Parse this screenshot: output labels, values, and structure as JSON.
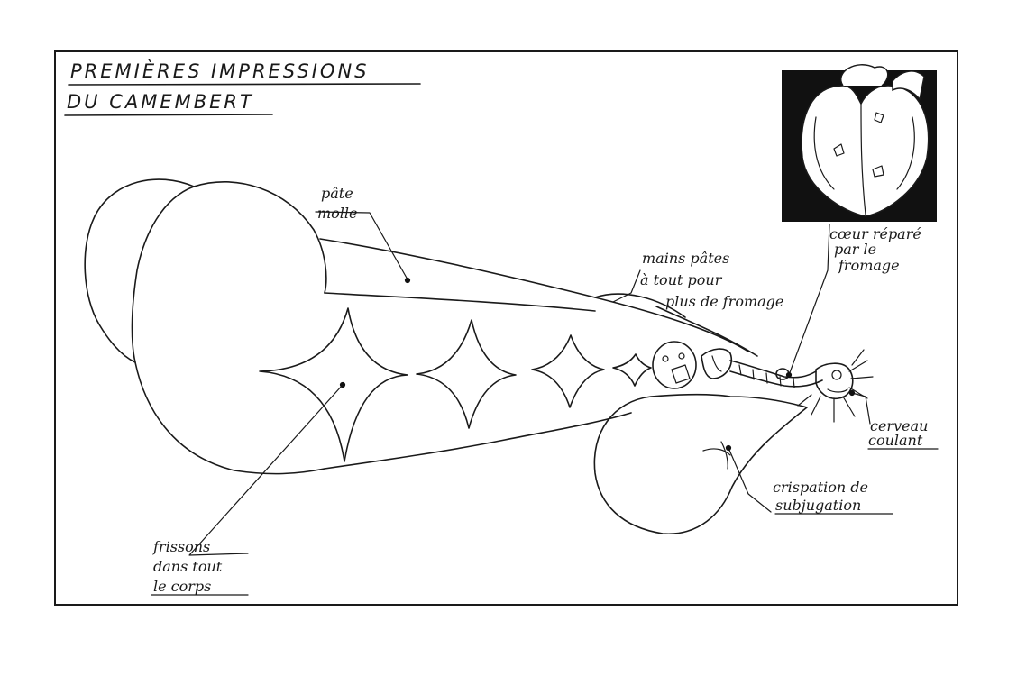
{
  "title": {
    "line1": "PREMIÈRES IMPRESSIONS",
    "line2": "DU CAMEMBERT"
  },
  "labels": {
    "pate_molle": [
      "pâte",
      "molle"
    ],
    "mains_pates": [
      "mains pâtes",
      "à tout pour",
      "plus de fromage"
    ],
    "coeur": [
      "cœur réparé",
      "par le",
      "fromage"
    ],
    "cerveau": [
      "cerveau",
      "coulant"
    ],
    "crispation": [
      "crispation de",
      "subjugation"
    ],
    "frissons": [
      "frissons",
      "dans tout",
      "le corps"
    ]
  }
}
